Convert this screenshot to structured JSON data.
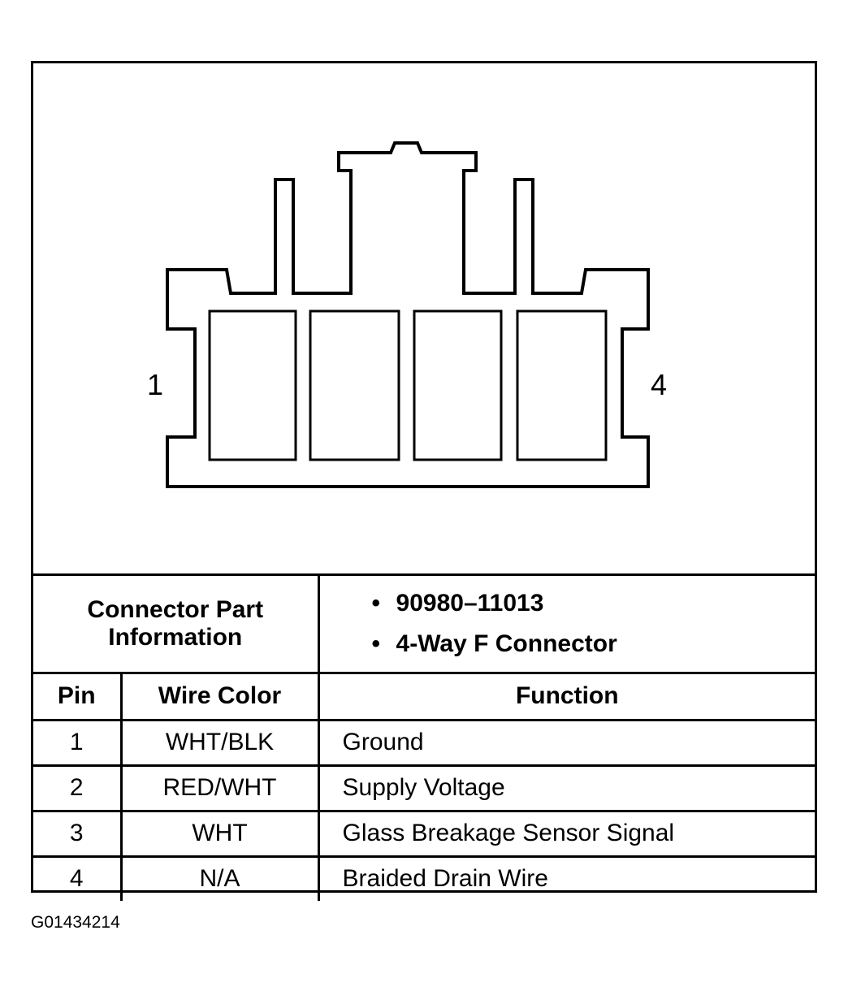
{
  "connector": {
    "left_pin_label": "1",
    "right_pin_label": "4"
  },
  "part_info": {
    "label": "Connector Part Information",
    "items": [
      "90980–11013",
      "4-Way F Connector"
    ]
  },
  "table": {
    "headers": {
      "pin": "Pin",
      "wire_color": "Wire Color",
      "function": "Function"
    },
    "rows": [
      {
        "pin": "1",
        "wire_color": "WHT/BLK",
        "function": "Ground"
      },
      {
        "pin": "2",
        "wire_color": "RED/WHT",
        "function": "Supply Voltage"
      },
      {
        "pin": "3",
        "wire_color": "WHT",
        "function": "Glass Breakage Sensor Signal"
      },
      {
        "pin": "4",
        "wire_color": "N/A",
        "function": "Braided Drain Wire"
      }
    ]
  },
  "figure_id": "G01434214"
}
